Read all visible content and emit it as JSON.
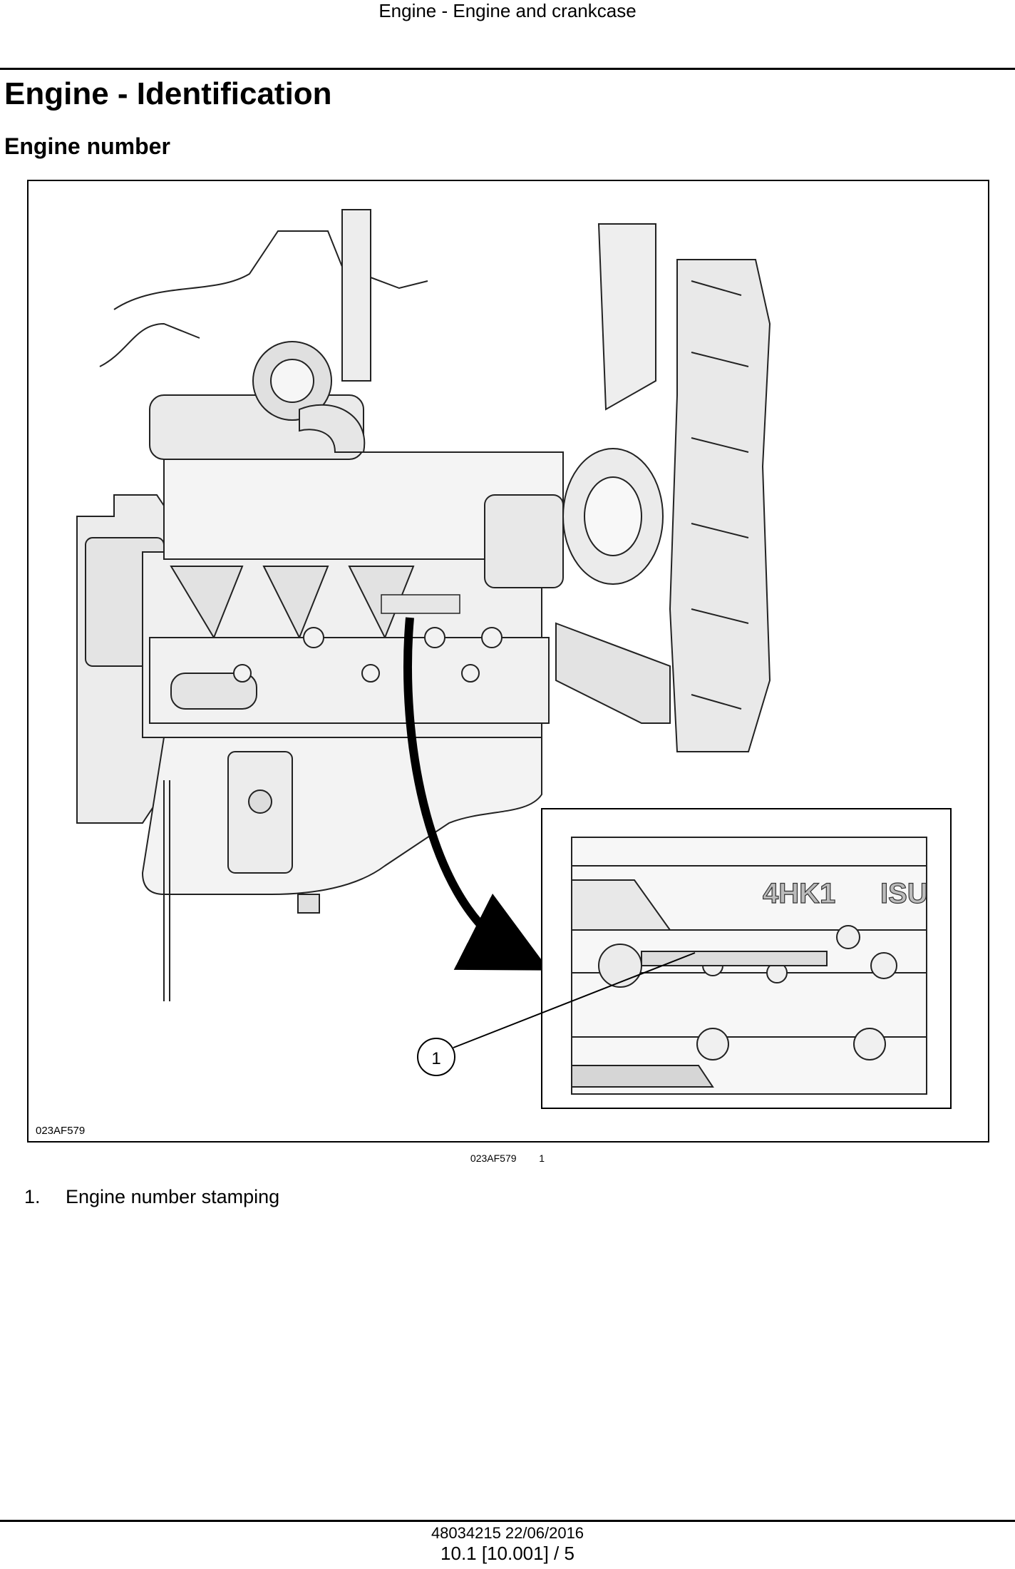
{
  "header": {
    "running_title": "Engine - Engine and crankcase"
  },
  "section": {
    "title": "Engine - Identification",
    "subtitle": "Engine number"
  },
  "figure": {
    "image_id_label": "023AF579",
    "inset_stamp_text": "4HK1",
    "inset_brand_text": "ISU",
    "callout_number": "1"
  },
  "figure_reference": {
    "image_id": "023AF579",
    "callouts": "1"
  },
  "legend": {
    "items": [
      {
        "number": "1.",
        "text": "Engine number stamping"
      }
    ]
  },
  "footer": {
    "doc_ref": "48034215 22/06/2016",
    "page_ref": "10.1 [10.001] / 5"
  }
}
